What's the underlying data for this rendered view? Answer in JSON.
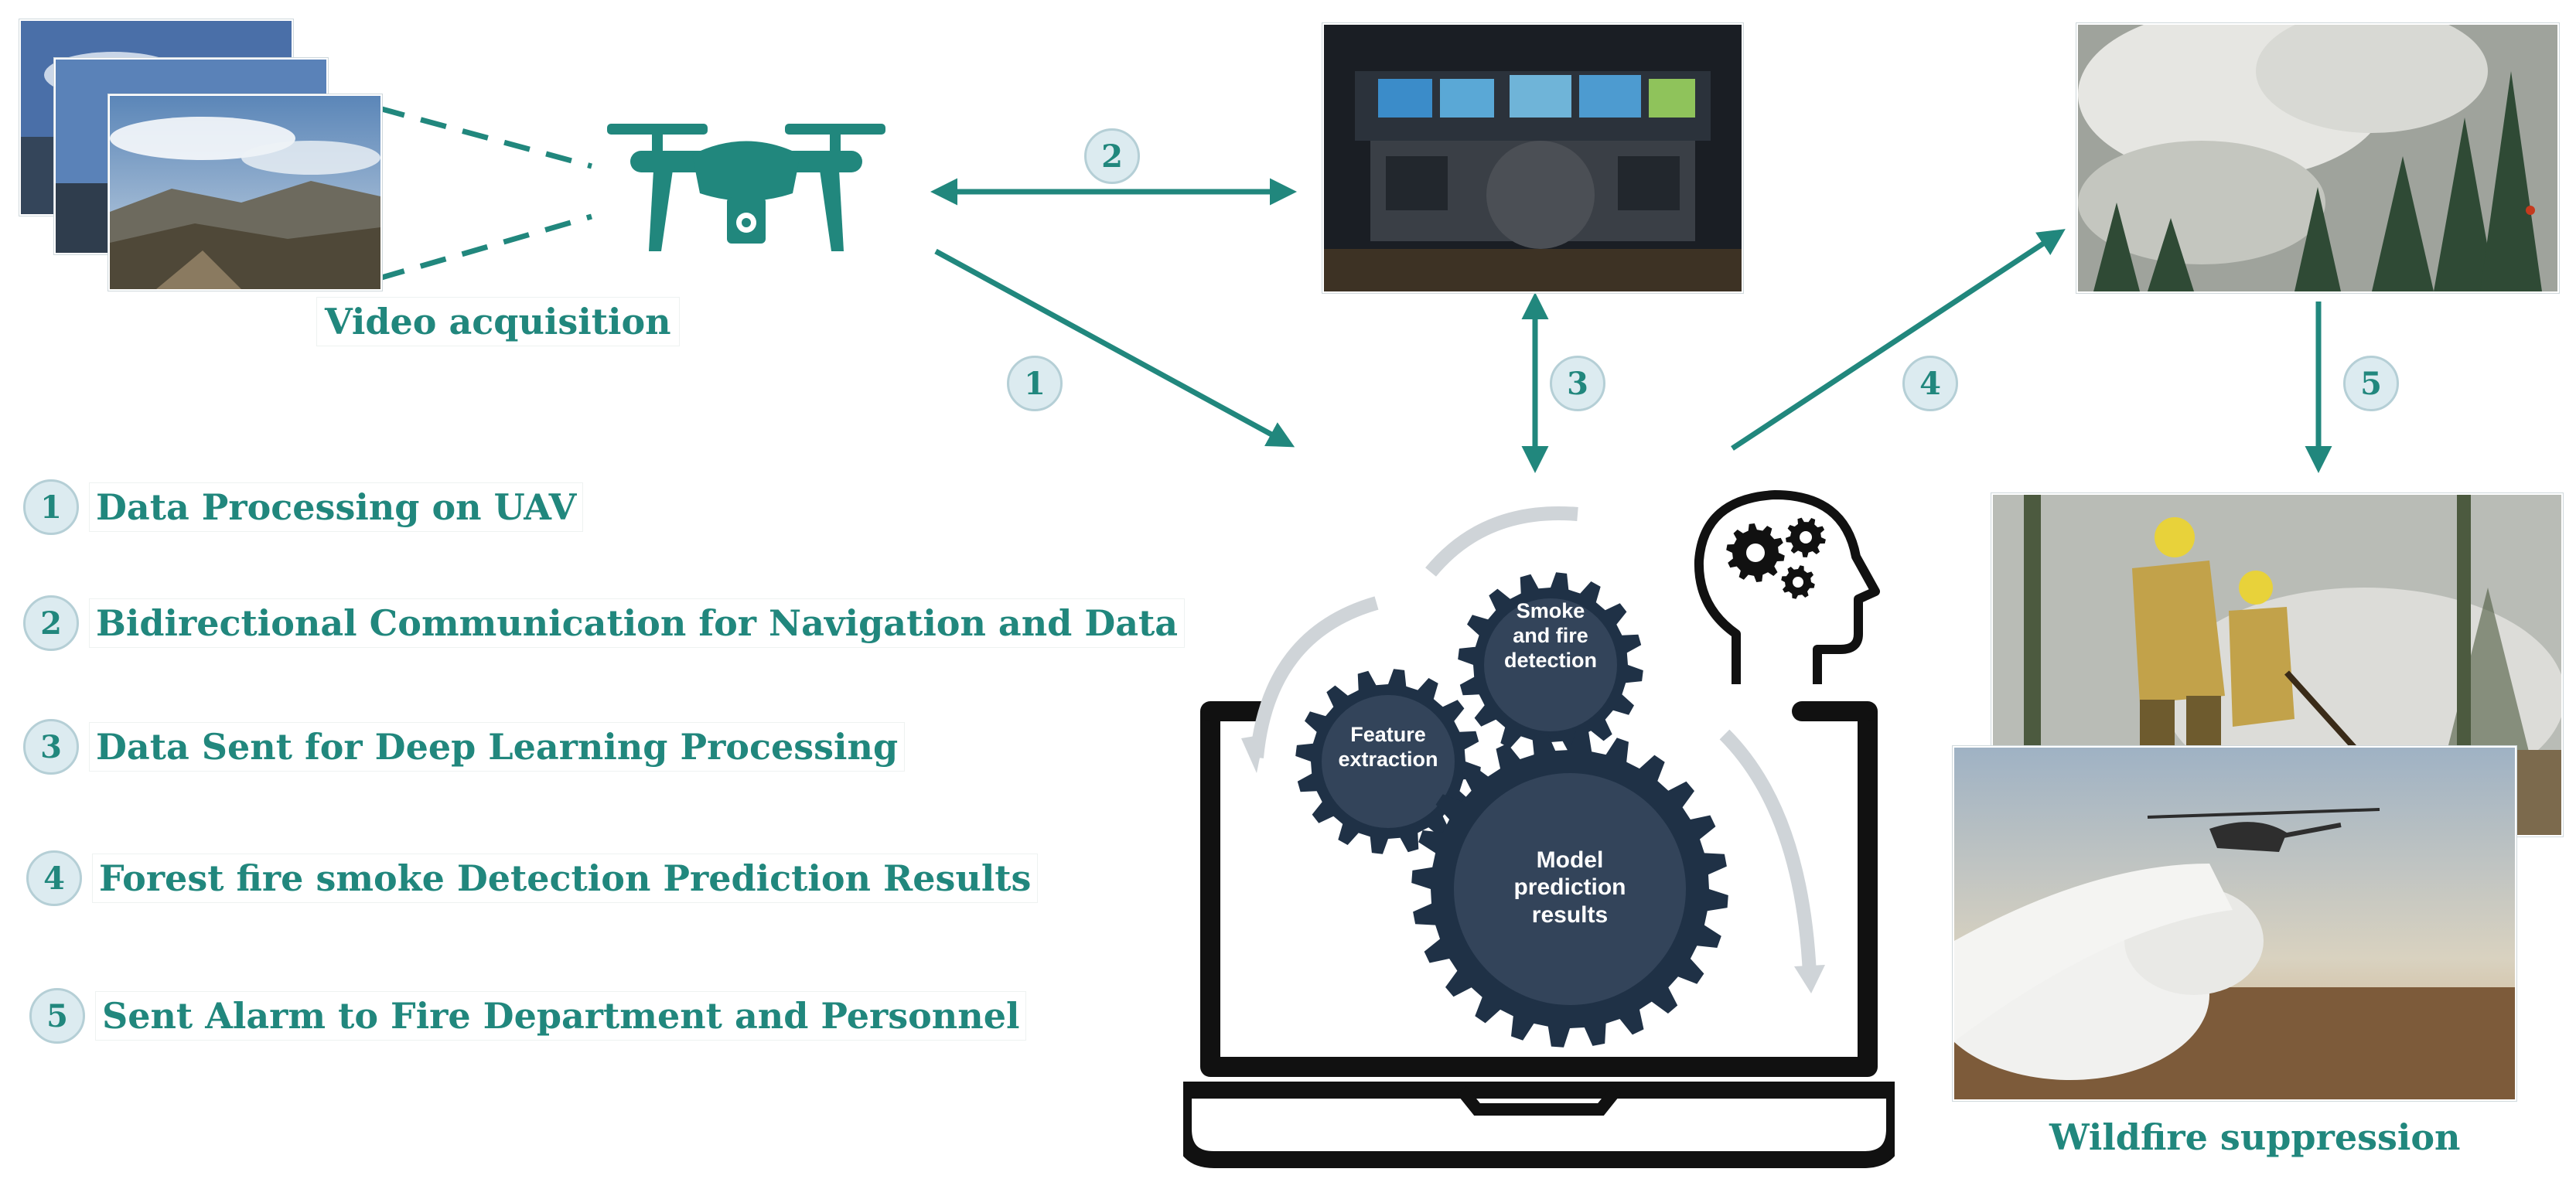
{
  "colors": {
    "teal": "#21877d",
    "navy": "#1f3146",
    "badge_fill": "#dcebf0",
    "gear_inner": "#33445a"
  },
  "captions": {
    "video_acquisition": "Video acquisition",
    "wildfire_suppression": "Wildfire suppression"
  },
  "steps": [
    {
      "num": "1",
      "label": "Data Processing on UAV"
    },
    {
      "num": "2",
      "label": "Bidirectional Communication for Navigation and Data"
    },
    {
      "num": "3",
      "label": "Data Sent for Deep Learning Processing"
    },
    {
      "num": "4",
      "label": "Forest fire smoke Detection Prediction Results"
    },
    {
      "num": "5",
      "label": "Sent Alarm to Fire Department and Personnel"
    }
  ],
  "gears": {
    "feature": "Feature\nextraction",
    "smoke": "Smoke\nand fire\ndetection",
    "model": "Model\nprediction\nresults"
  },
  "icons": [
    "drone-icon",
    "laptop-icon",
    "head-gears-icon",
    "gear-icon"
  ]
}
